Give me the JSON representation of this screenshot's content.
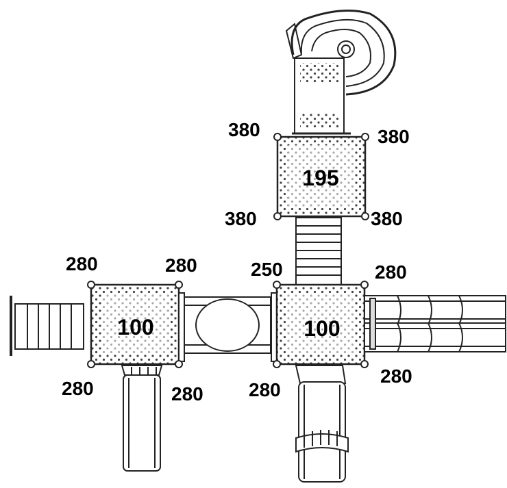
{
  "colors": {
    "stroke": "#222222",
    "background": "#ffffff",
    "text": "#000000"
  },
  "decks": [
    {
      "id": "top",
      "height_label": "195"
    },
    {
      "id": "left",
      "height_label": "100"
    },
    {
      "id": "right",
      "height_label": "100"
    }
  ],
  "posts": {
    "top_tl": "380",
    "top_tr": "380",
    "top_bl": "380",
    "top_br": "380",
    "left_tl": "280",
    "left_tr": "280",
    "left_bl": "280",
    "left_br": "280",
    "right_tl": "250",
    "right_tr": "280",
    "right_bl": "280",
    "right_br": "280"
  },
  "components": [
    "spiral-slide",
    "vertical-ladder",
    "side-ladder",
    "tube-slide",
    "crawl-tunnel-bridge",
    "straight-slide-left",
    "straight-slide-bottom"
  ]
}
